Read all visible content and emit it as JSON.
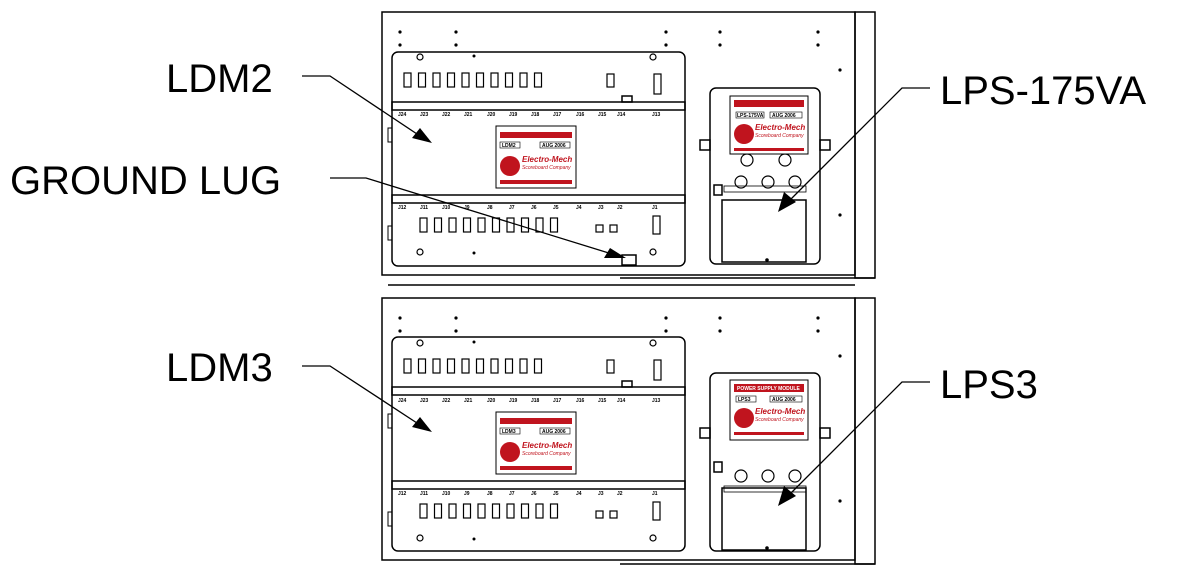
{
  "callouts": {
    "ldm2": "LDM2",
    "ground_lug": "GROUND LUG",
    "lps_175va": "LPS-175VA",
    "ldm3": "LDM3",
    "lps3": "LPS3"
  },
  "connectors": {
    "top_row": [
      "J24",
      "J23",
      "J22",
      "J21",
      "J20",
      "J19",
      "J18",
      "J17",
      "J16",
      "J15",
      "J14",
      "J13"
    ],
    "bottom_row": [
      "J12",
      "J11",
      "J10",
      "J9",
      "J8",
      "J7",
      "J6",
      "J5",
      "J4",
      "J3",
      "J2",
      "J1"
    ]
  },
  "labels": {
    "brand": "Electro-Mech",
    "brand_sub": "Scoreboard Company",
    "power_supply_module": "POWER SUPPLY MODULE",
    "ldm_model": "LDM2",
    "ldm3_model": "LDM3",
    "serial": "AUG 2006",
    "lps_model": "LPS-175VA",
    "lps3_model": "LPS3"
  },
  "colors": {
    "label_red": "#c0141e",
    "line": "#000000"
  }
}
